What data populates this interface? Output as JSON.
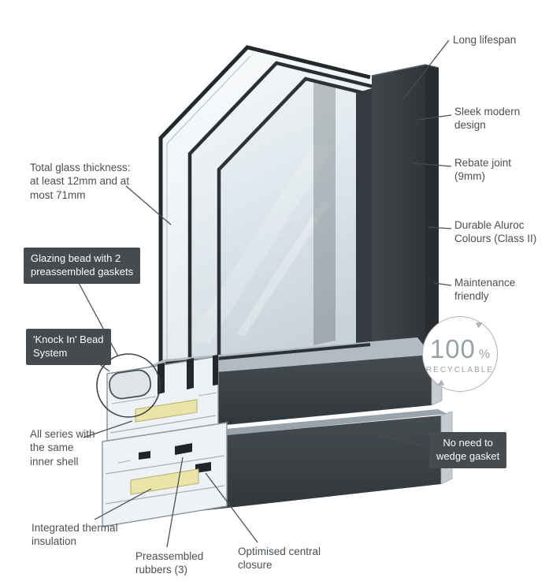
{
  "callouts": {
    "long_lifespan": "Long lifespan",
    "sleek_modern_design": "Sleek modern\ndesign",
    "rebate_joint": "Rebate joint\n(9mm)",
    "durable_colours": "Durable Aluroc\nColours (Class II)",
    "maintenance_friendly": "Maintenance\nfriendly",
    "no_wedge_gasket": "No need to\nwedge gasket",
    "glass_thickness": "Total glass thickness:\nat least 12mm and at\nmost 71mm",
    "glazing_bead": "Glazing bead with 2\npreassembled gaskets",
    "knock_in_bead": "'Knock In' Bead\nSystem",
    "inner_shell": "All series with\nthe same\ninner shell",
    "thermal_insulation": "Integrated thermal\ninsulation",
    "preassembled_rubbers": "Preassembled\nrubbers (3)",
    "central_closure": "Optimised central\nclosure"
  },
  "recyclable_badge": {
    "number": "100",
    "unit": "%",
    "label": "RECYCLABLE"
  },
  "colors": {
    "frame_dark": "#3a4145",
    "badge_background": "#464b50",
    "label_text": "#4a5055",
    "glass_tint": "#dde6ec",
    "thermal_insulation_fill": "#ebe4a8",
    "recycle_gray": "#9aa1a6"
  }
}
